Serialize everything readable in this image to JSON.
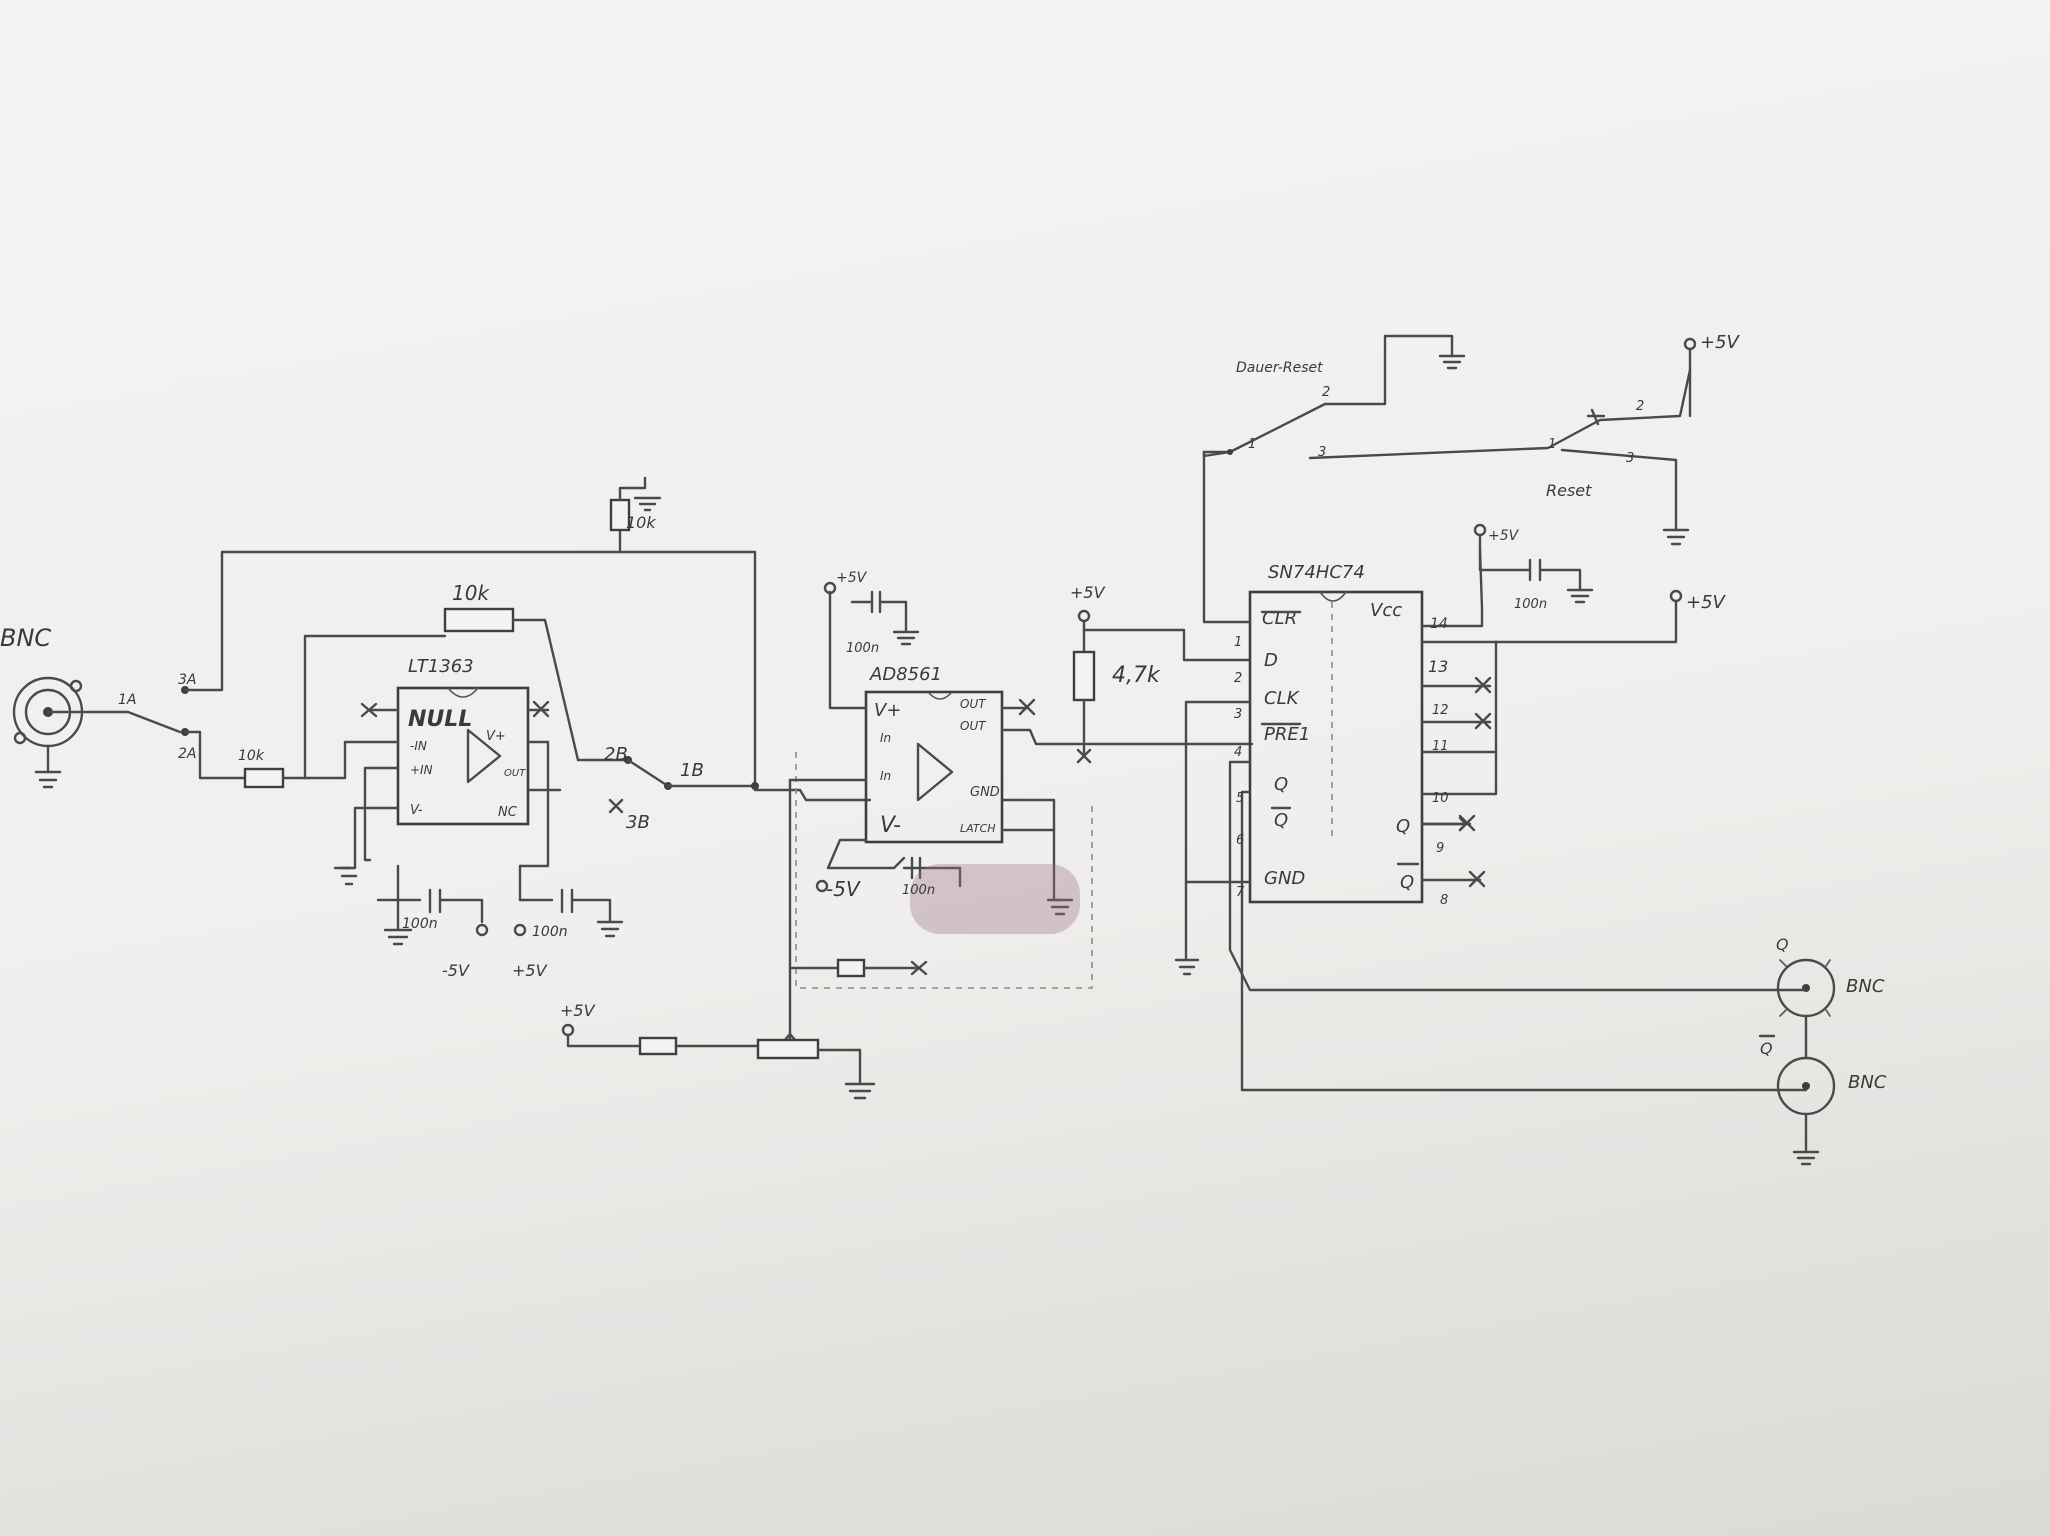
{
  "labels": {
    "bnc_in": "BNC",
    "sw1_pin1a": "1A",
    "sw1_pin2a": "2A",
    "sw1_pin3a": "3A",
    "r_in": "10k",
    "r_fb": "10k",
    "r_top": "10k",
    "opamp1": "LT1363",
    "op1_null": "NULL",
    "op1_inm": "-IN",
    "op1_inp": "+IN",
    "op1_vp": "V+",
    "op1_out": "OUT",
    "op1_vm": "V-",
    "op1_nc": "NC",
    "sw2_2b": "2B",
    "sw2_1b": "1B",
    "sw2_3b": "3B",
    "cap1": "100n",
    "cap2": "100n",
    "supply_neg": "-5V",
    "supply_pos": "+5V",
    "comp": "AD8561",
    "comp_vp": "V+",
    "comp_out": "OUT",
    "comp_outbar": "OUT",
    "comp_in1": "In",
    "comp_in2": "In",
    "comp_gnd": "GND",
    "comp_latch": "LATCH",
    "comp_vm": "V-",
    "comp_cap_top": "100n",
    "comp_vplus": "+5V",
    "comp_vneg": "-5V",
    "comp_cap_bot": "100n",
    "pot_supply": "+5V",
    "pull_supply": "+5V",
    "r_pull": "4,7k",
    "ff": "SN74HC74",
    "ff_clr": "CLR",
    "ff_d": "D",
    "ff_clk": "CLK",
    "ff_pre": "PRE1",
    "ff_q": "Q",
    "ff_qbar": "Q",
    "ff_gnd": "GND",
    "ff_vcc": "Vcc",
    "ff_q2": "Q",
    "ff_q2bar": "Q",
    "pin1": "1",
    "pin2": "2",
    "pin3": "3",
    "pin4": "4",
    "pin5": "5",
    "pin6": "6",
    "pin7": "7",
    "pin8": "8",
    "pin9": "9",
    "pin10": "10",
    "pin11": "11",
    "pin12": "12",
    "pin13": "13",
    "pin14": "14",
    "ff_vcc_supply": "+5V",
    "ff_cap": "100n",
    "ff_supply2": "+5V",
    "perm_reset": "Dauer-Reset",
    "reset": "Reset",
    "top_supply": "+5V",
    "sw3_1": "1",
    "sw3_2": "2",
    "sw3_3": "3",
    "sw4_1": "1",
    "sw4_2": "2",
    "sw4_3": "3",
    "out_q": "Q",
    "out_qbar": "Q",
    "bnc_out1": "BNC",
    "bnc_out2": "BNC"
  }
}
